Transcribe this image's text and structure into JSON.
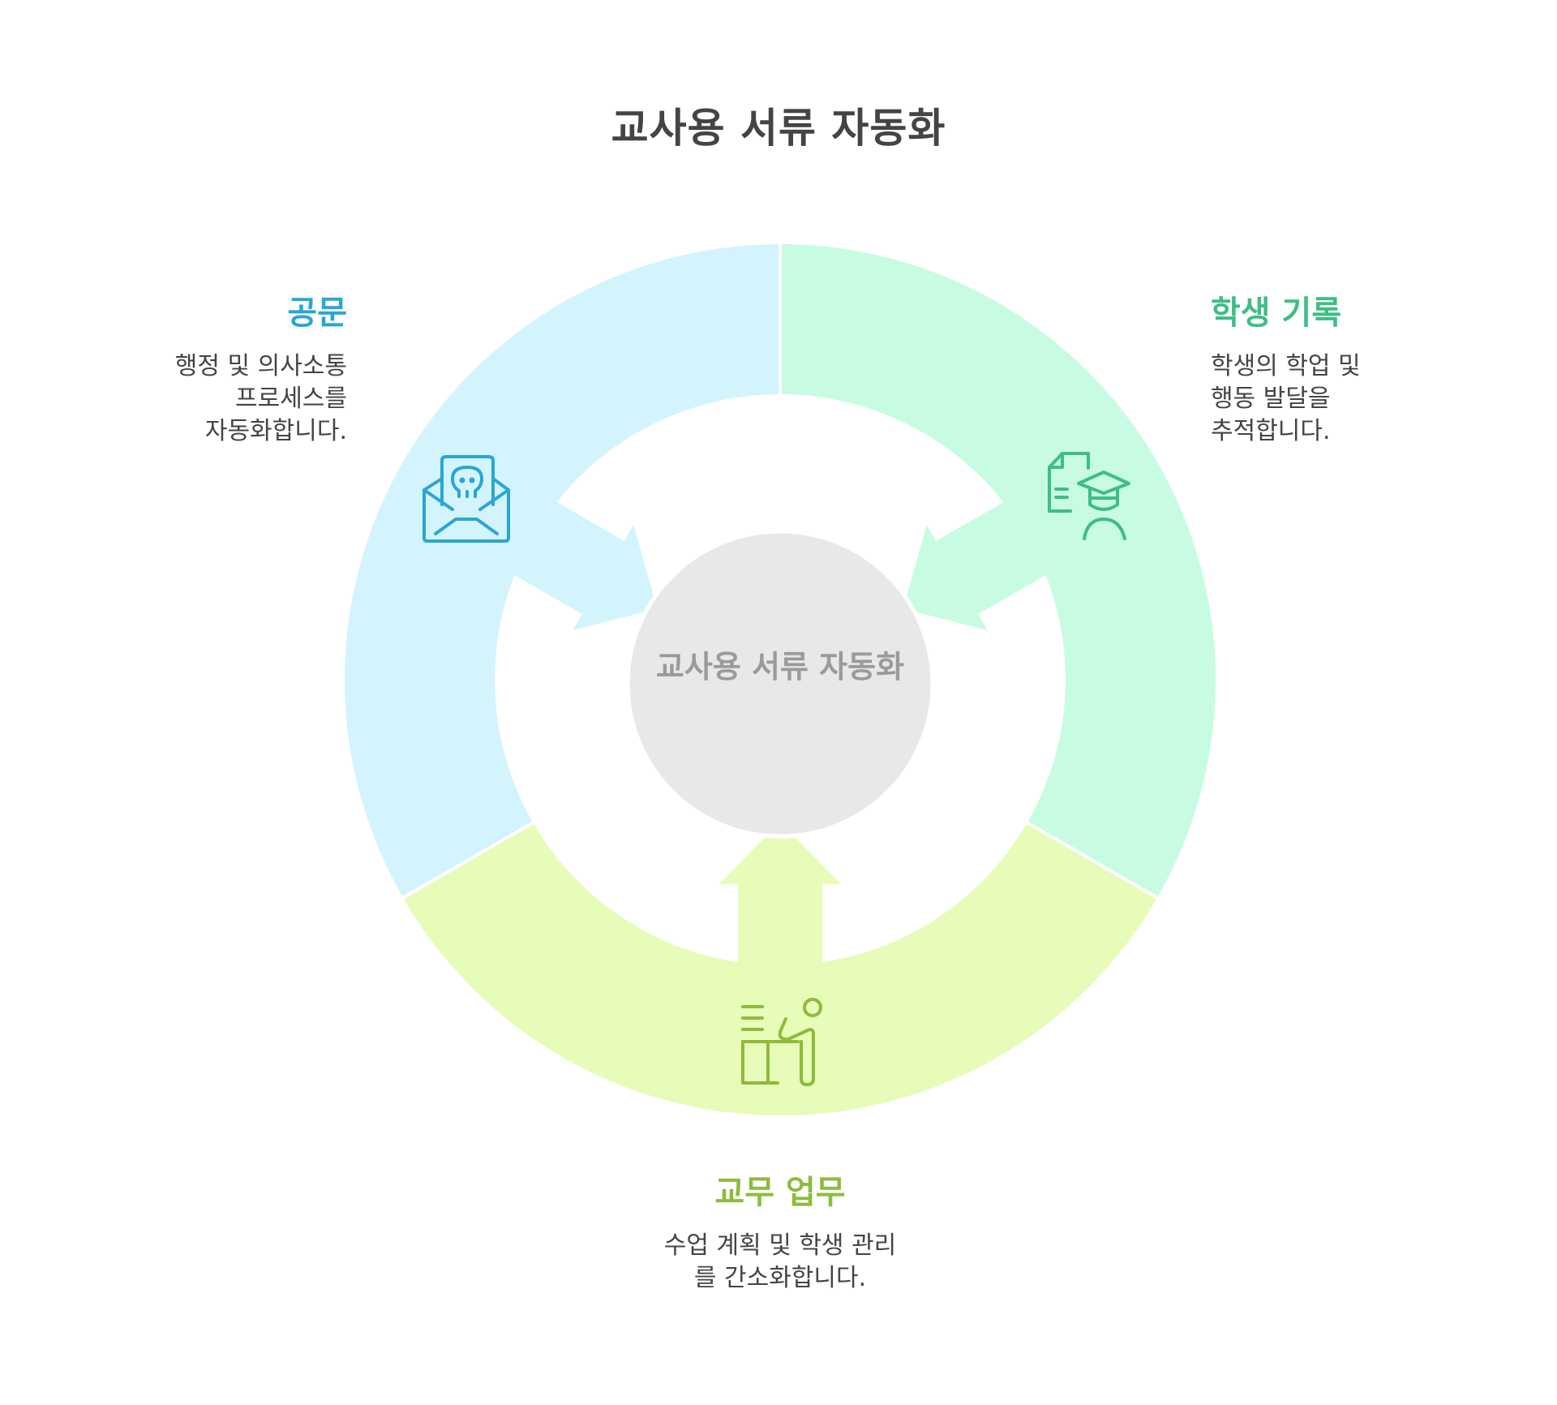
{
  "title": "교사용 서류 자동화",
  "center": {
    "label": "교사용 서류 자동화",
    "fill": "#E8E8E8",
    "text_color": "#9A9A9A"
  },
  "segments": [
    {
      "id": "official-documents",
      "heading": "공문",
      "description_lines": [
        "행정 및 의사소통",
        "프로세스를",
        "자동화합니다."
      ],
      "icon": "envelope-skull-icon",
      "fill": "#D3F4FD",
      "accent": "#2AA6D4",
      "position": "upper-left"
    },
    {
      "id": "student-records",
      "heading": "학생 기록",
      "description_lines": [
        "학생의 학업 및",
        "행동 발달을",
        "추적합니다."
      ],
      "icon": "student-document-icon",
      "fill": "#C8FCE2",
      "accent": "#3DBE84",
      "position": "upper-right"
    },
    {
      "id": "academic-affairs",
      "heading": "교무 업무",
      "description_lines": [
        "수업 계획 및 학생 관리",
        "를 간소화합니다."
      ],
      "icon": "teacher-at-desk-icon",
      "fill": "#E6FCB8",
      "accent": "#8DBB3C",
      "position": "bottom"
    }
  ],
  "text_color": "#444444"
}
